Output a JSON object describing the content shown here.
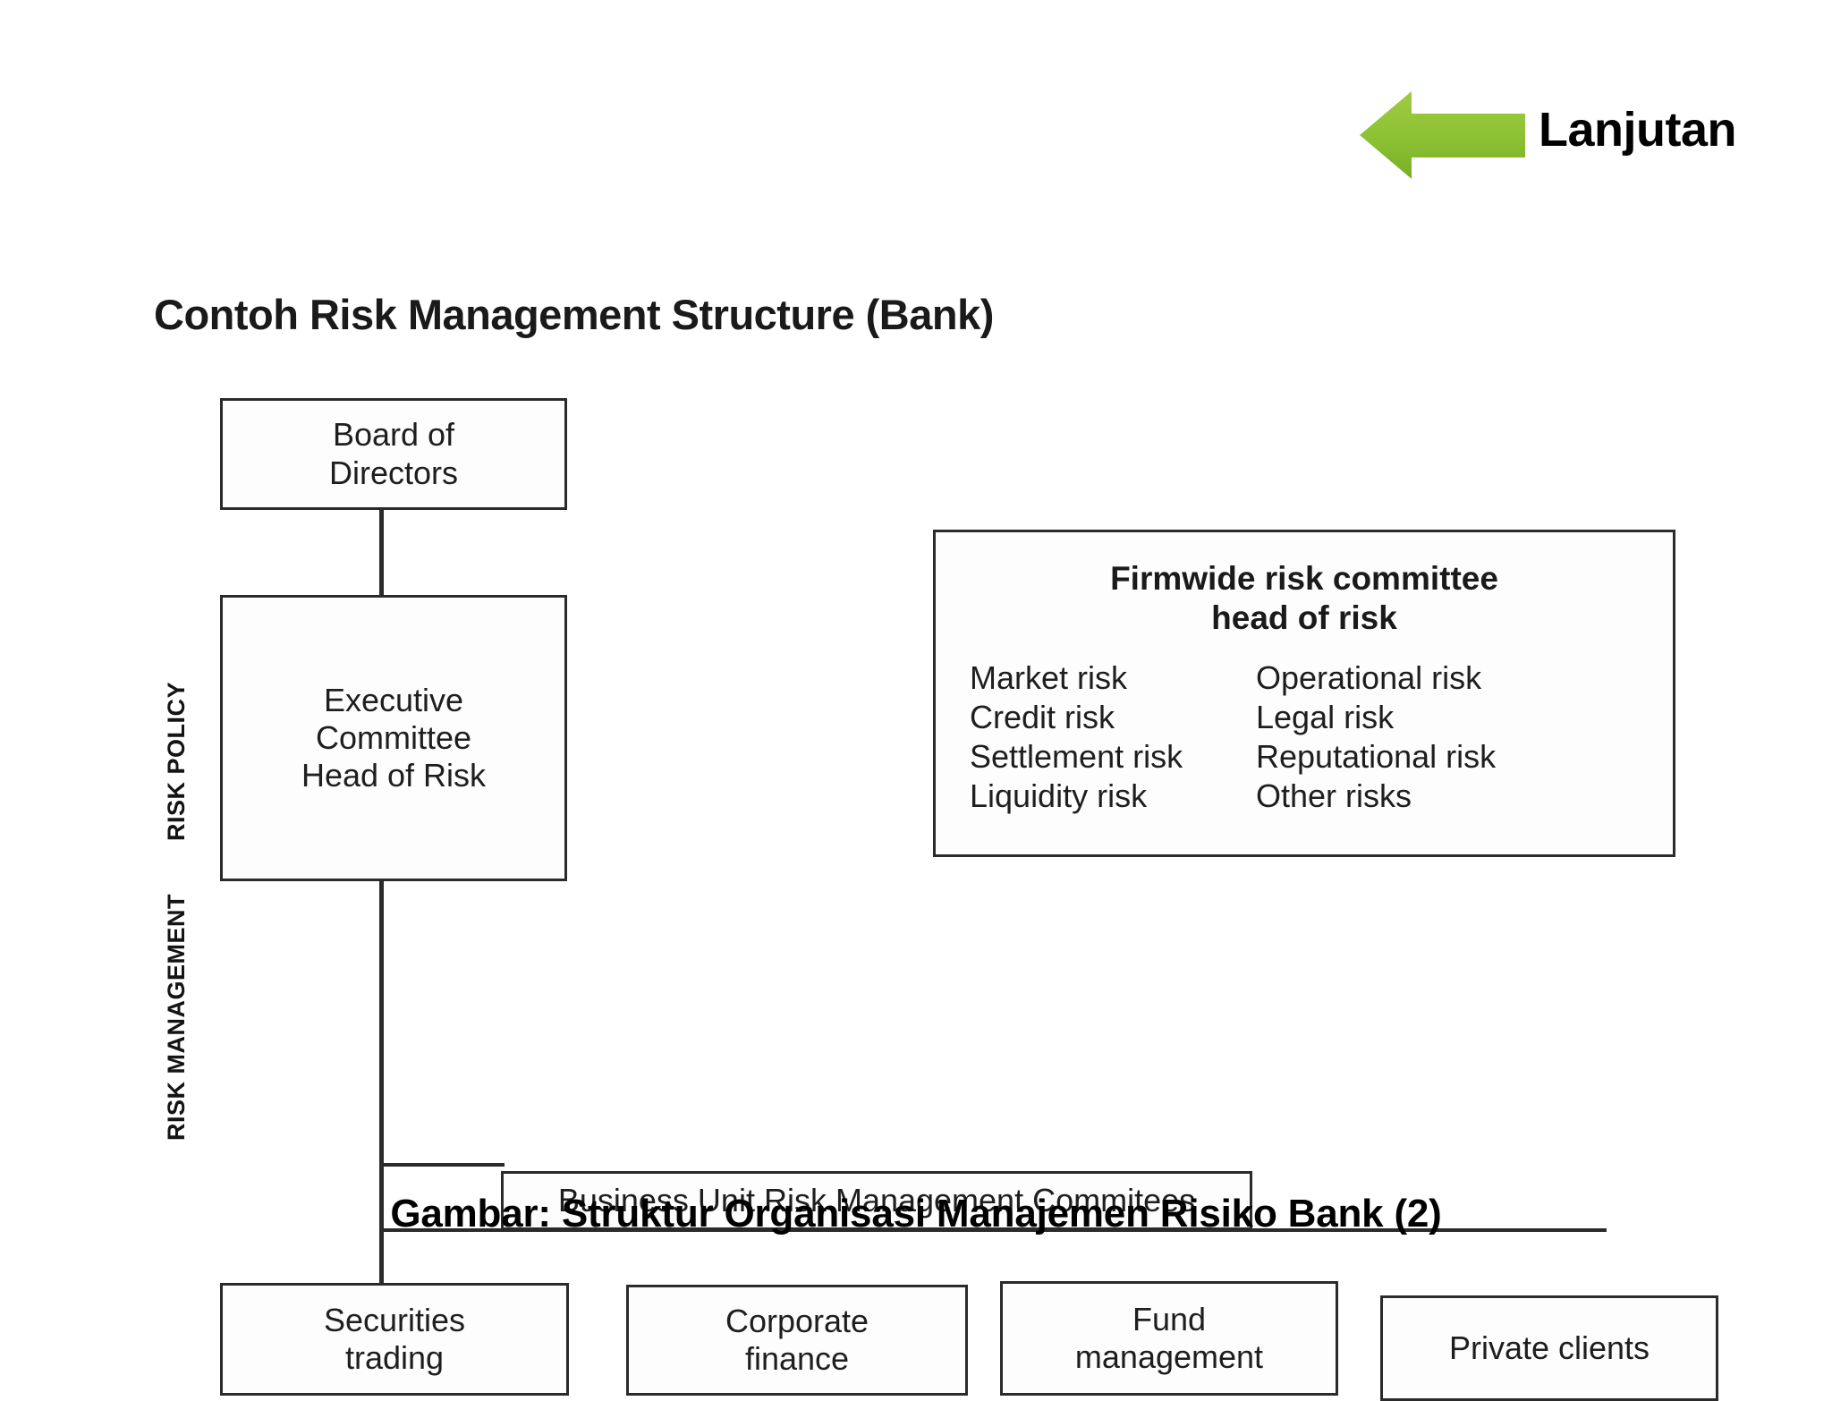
{
  "banner": {
    "arrow_icon": "arrow-left-icon",
    "arrow_color_light": "#9ACA3C",
    "arrow_color_dark": "#76A82B",
    "label": "Lanjutan"
  },
  "figure": {
    "title": "Contoh Risk Management Structure (Bank)",
    "side_labels": {
      "policy": "RISK POLICY",
      "management": "RISK MANAGEMENT"
    },
    "nodes": {
      "board_of_directors": "Board of\nDirectors",
      "executive_committee": "Executive\nCommittee\nHead of Risk",
      "business_unit_committees": "Business Unit Risk Management Commitees"
    },
    "firmwide": {
      "heading": "Firmwide risk committee\nhead of risk",
      "left_column": [
        "Market risk",
        "Credit risk",
        "Settlement risk",
        "Liquidity risk"
      ],
      "right_column": [
        "Operational risk",
        "Legal risk",
        "Reputational risk",
        "Other risks"
      ]
    },
    "business_units": [
      "Securities\ntrading",
      "Corporate\nfinance",
      "Fund\nmanagement",
      "Private clients"
    ]
  },
  "caption": "Gambar: Struktur Organisasi Manajemen Risiko Bank (2)"
}
